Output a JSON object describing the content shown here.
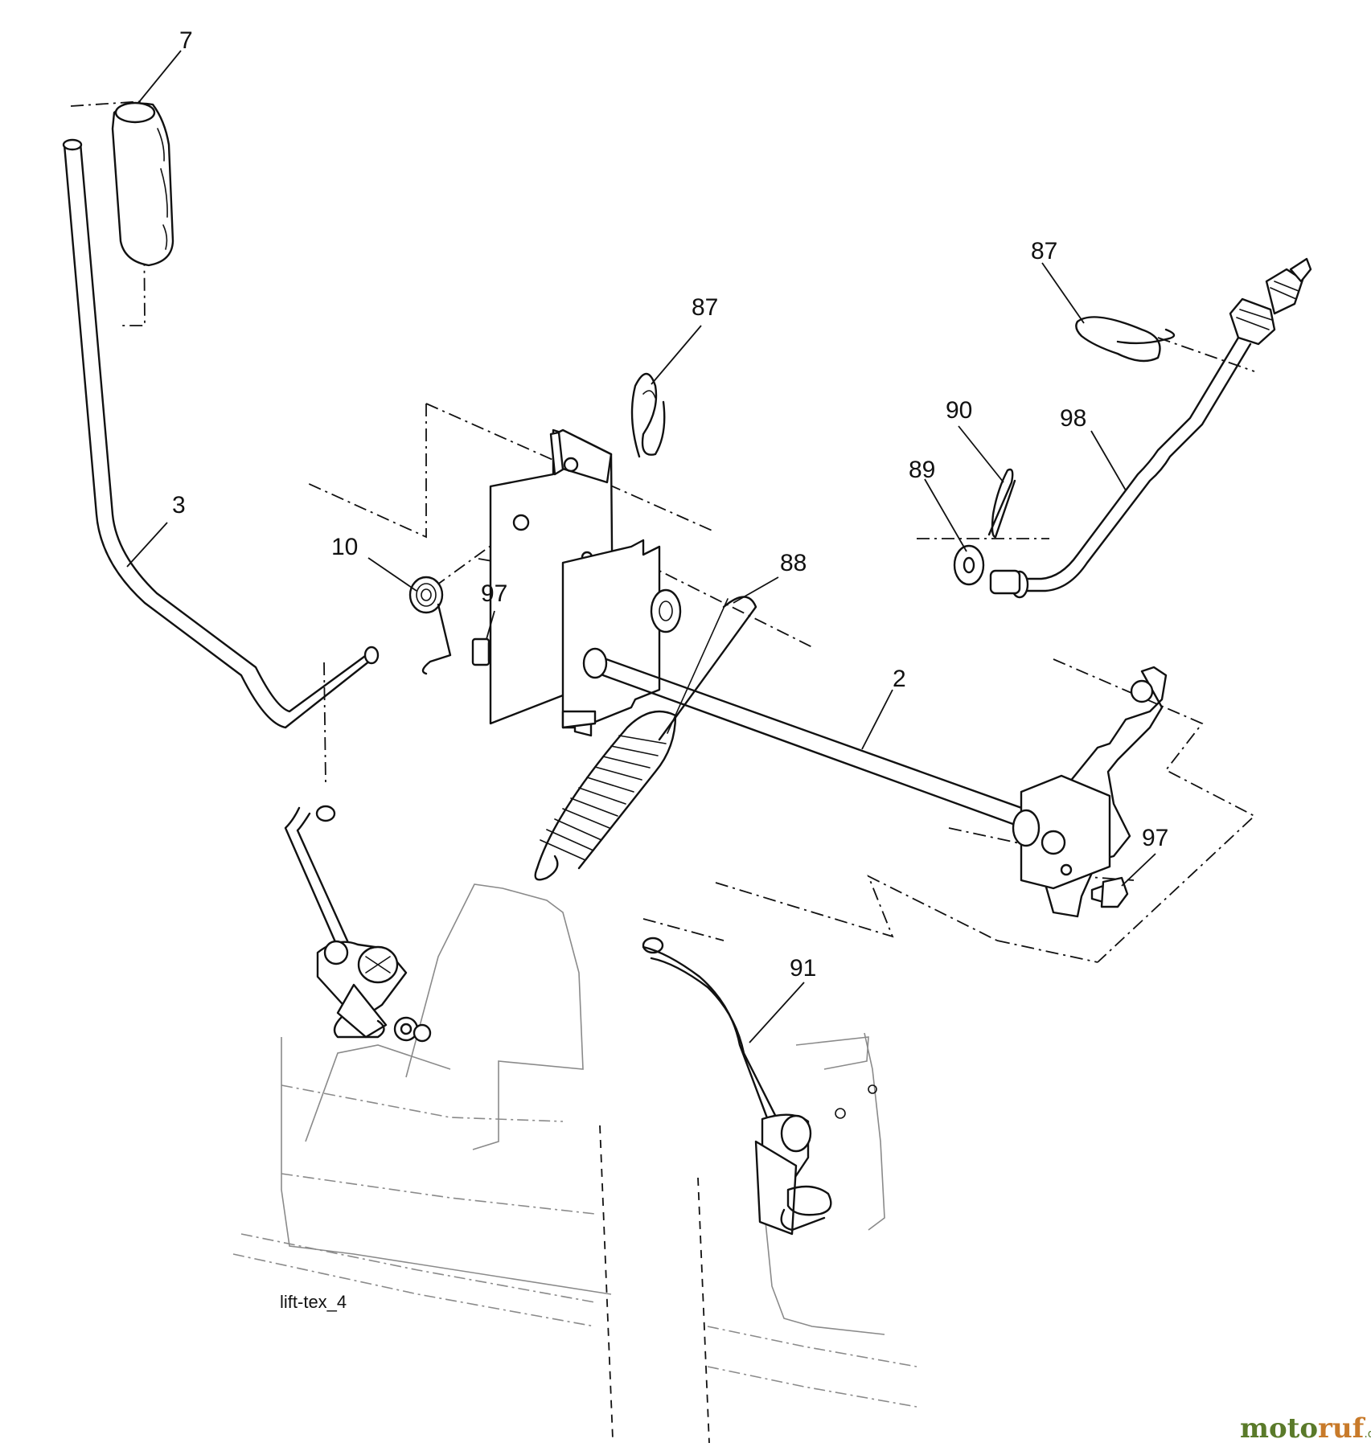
{
  "diagram": {
    "caption": "lift-tex_4",
    "watermark": {
      "part1": "moto",
      "part2": "ruf",
      "suffix": ".de"
    },
    "callouts": [
      "7",
      "3",
      "10",
      "97",
      "87",
      "88",
      "2",
      "97",
      "87",
      "90",
      "89",
      "98",
      "91"
    ]
  }
}
